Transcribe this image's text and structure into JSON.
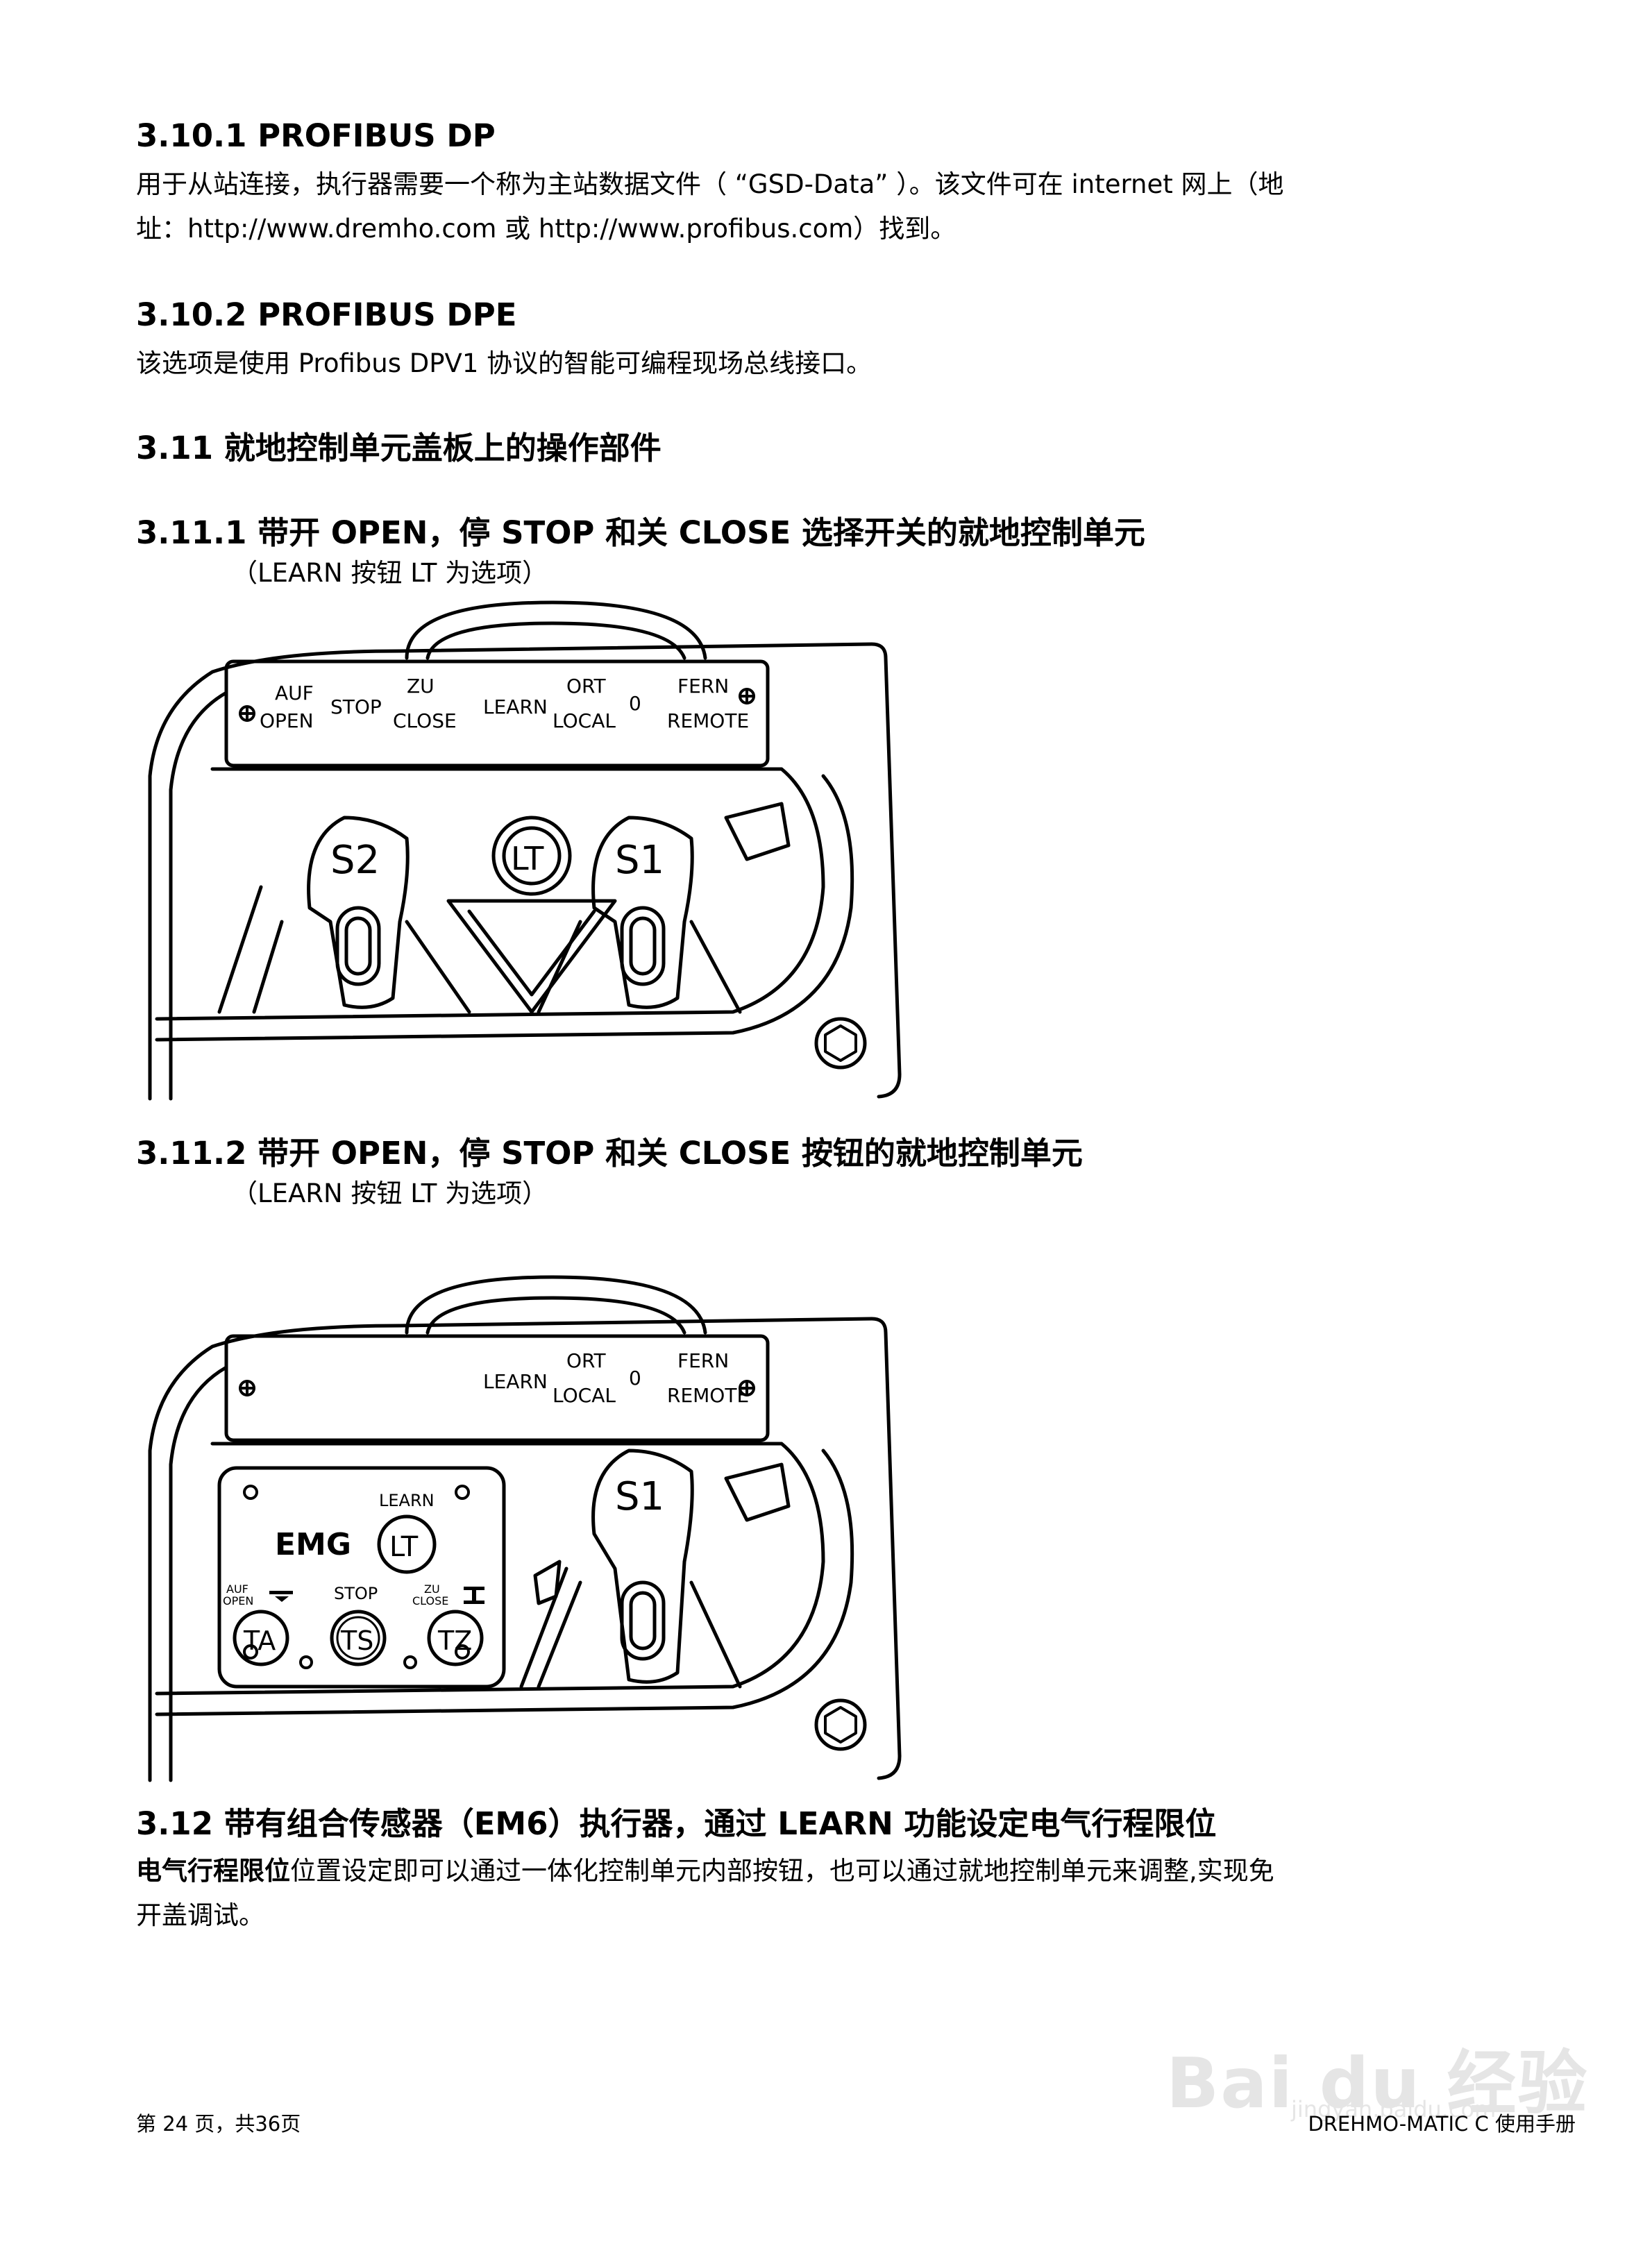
{
  "s3101": {
    "heading": "3.10.1 PROFIBUS DP",
    "line1": "用于从站连接，执行器需要一个称为主站数据文件（ “GSD-Data” ）。该文件可在 internet 网上（地",
    "line2": "址：http://www.dremho.com 或 http://www.profibus.com）找到。"
  },
  "s3102": {
    "heading": "3.10.2 PROFIBUS DPE",
    "line1": "该选项是使用 Profibus DPV1 协议的智能可编程现场总线接口。"
  },
  "s311": {
    "heading": "3.11 就地控制单元盖板上的操作部件"
  },
  "s3111": {
    "heading": "3.11.1 带开 OPEN，停 STOP 和关 CLOSE 选择开关的就地控制单元",
    "note": "（LEARN 按钮 LT 为选项）"
  },
  "fig1": {
    "plate": {
      "auf": "AUF",
      "open": "OPEN",
      "stop": "STOP",
      "zu": "ZU",
      "close": "CLOSE",
      "learn": "LEARN",
      "ort": "ORT",
      "local": "LOCAL",
      "zero": "0",
      "fern": "FERN",
      "remote": "REMOTE"
    },
    "s2": "S2",
    "lt": "LT",
    "s1": "S1"
  },
  "s3112": {
    "heading": "3.11.2 带开 OPEN，停 STOP 和关 CLOSE 按钮的就地控制单元",
    "note": "（LEARN 按钮 LT 为选项）"
  },
  "fig2": {
    "plate": {
      "learn": "LEARN",
      "ort": "ORT",
      "local": "LOCAL",
      "zero": "0",
      "fern": "FERN",
      "remote": "REMOTE"
    },
    "panel": {
      "logo": "EMG",
      "learn": "LEARN",
      "lt": "LT",
      "auf": "AUF",
      "open": "OPEN",
      "stop": "STOP",
      "zu": "ZU",
      "close": "CLOSE",
      "ta": "TA",
      "ts": "TS",
      "tz": "TZ"
    },
    "s1": "S1"
  },
  "s312": {
    "heading": "3.12 带有组合传感器（EM6）执行器，通过 LEARN 功能设定电气行程限位",
    "bold_lead": "电气行程限位",
    "line1_rest": "位置设定即可以通过一体化控制单元内部按钮，也可以通过就地控制单元来调整,实现免",
    "line2": "开盖调试。"
  },
  "footer": {
    "left": "第 24 页，共36页",
    "right": "DREHMO-MATIC C 使用手册"
  },
  "watermark": {
    "text": "Bai du 经验",
    "sub": "jingyan.baidu.com"
  }
}
